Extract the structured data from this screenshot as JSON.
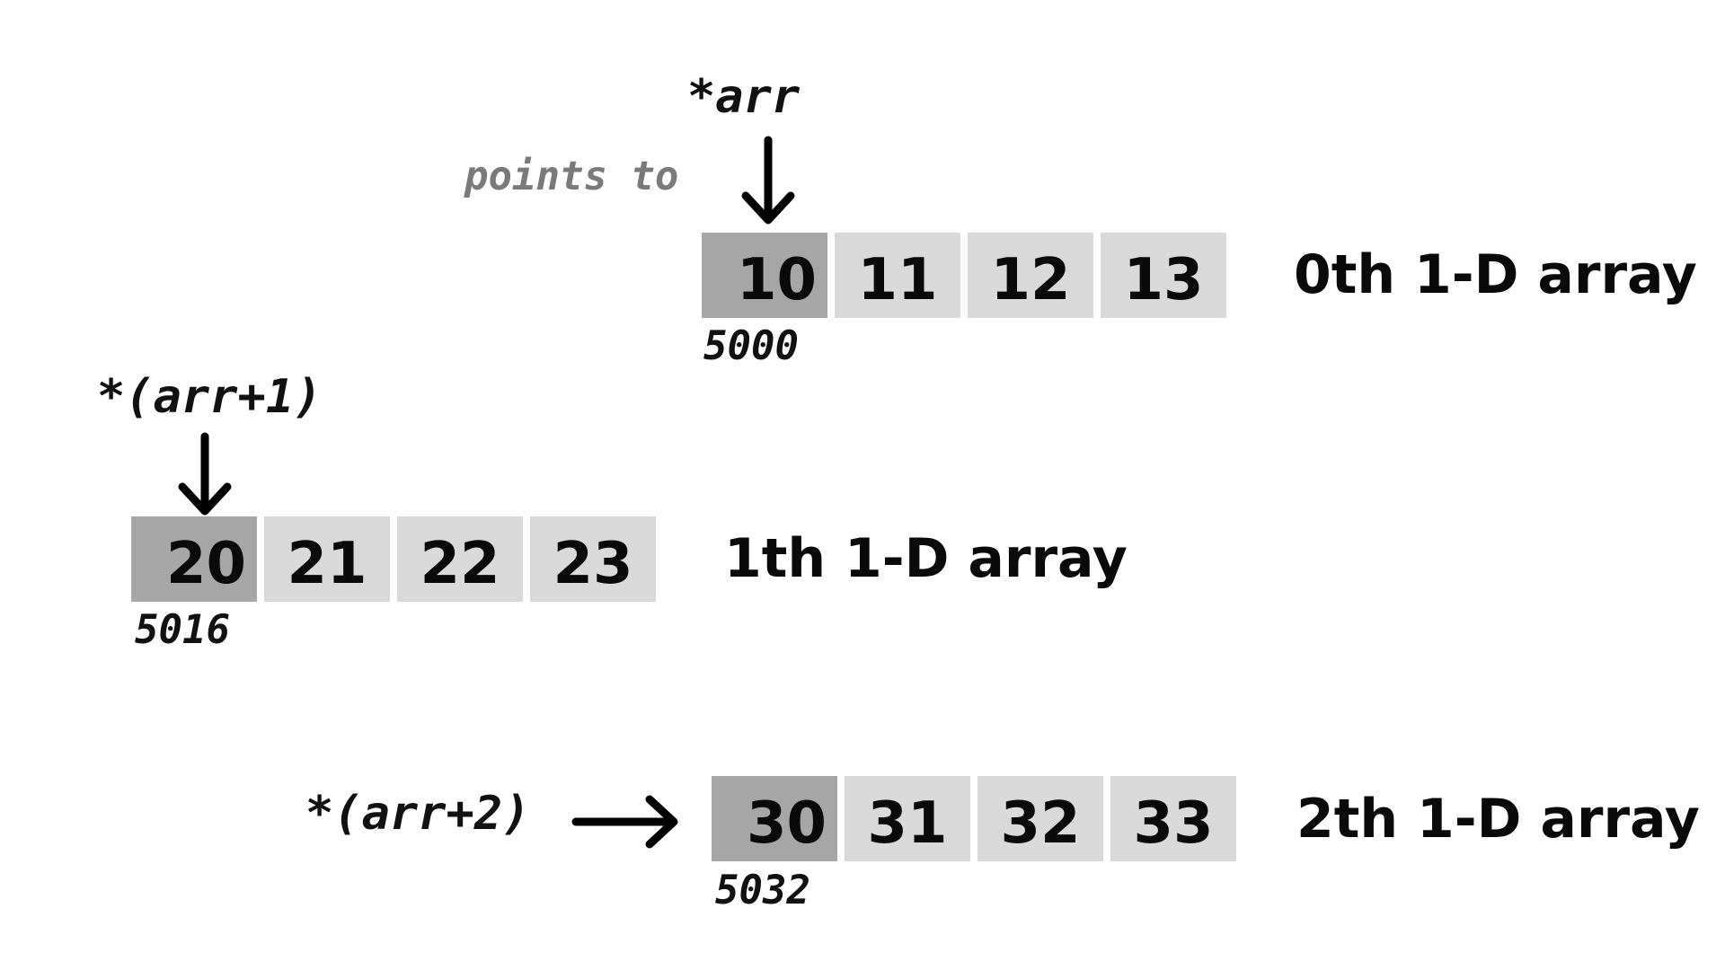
{
  "hint": "points to",
  "rows": [
    {
      "pointer": "*arr",
      "address": "5000",
      "title": "0th 1-D array",
      "values": [
        "10",
        "11",
        "12",
        "13"
      ]
    },
    {
      "pointer": "*(arr+1)",
      "address": "5016",
      "title": "1th 1-D array",
      "values": [
        "20",
        "21",
        "22",
        "23"
      ]
    },
    {
      "pointer": "*(arr+2)",
      "address": "5032",
      "title": "2th 1-D array",
      "values": [
        "30",
        "31",
        "32",
        "33"
      ]
    }
  ],
  "colors": {
    "first_cell": "#a6a6a6",
    "cell": "#d9d9d9",
    "hint_text": "#7a7a7a",
    "text": "#0a0a0a"
  }
}
